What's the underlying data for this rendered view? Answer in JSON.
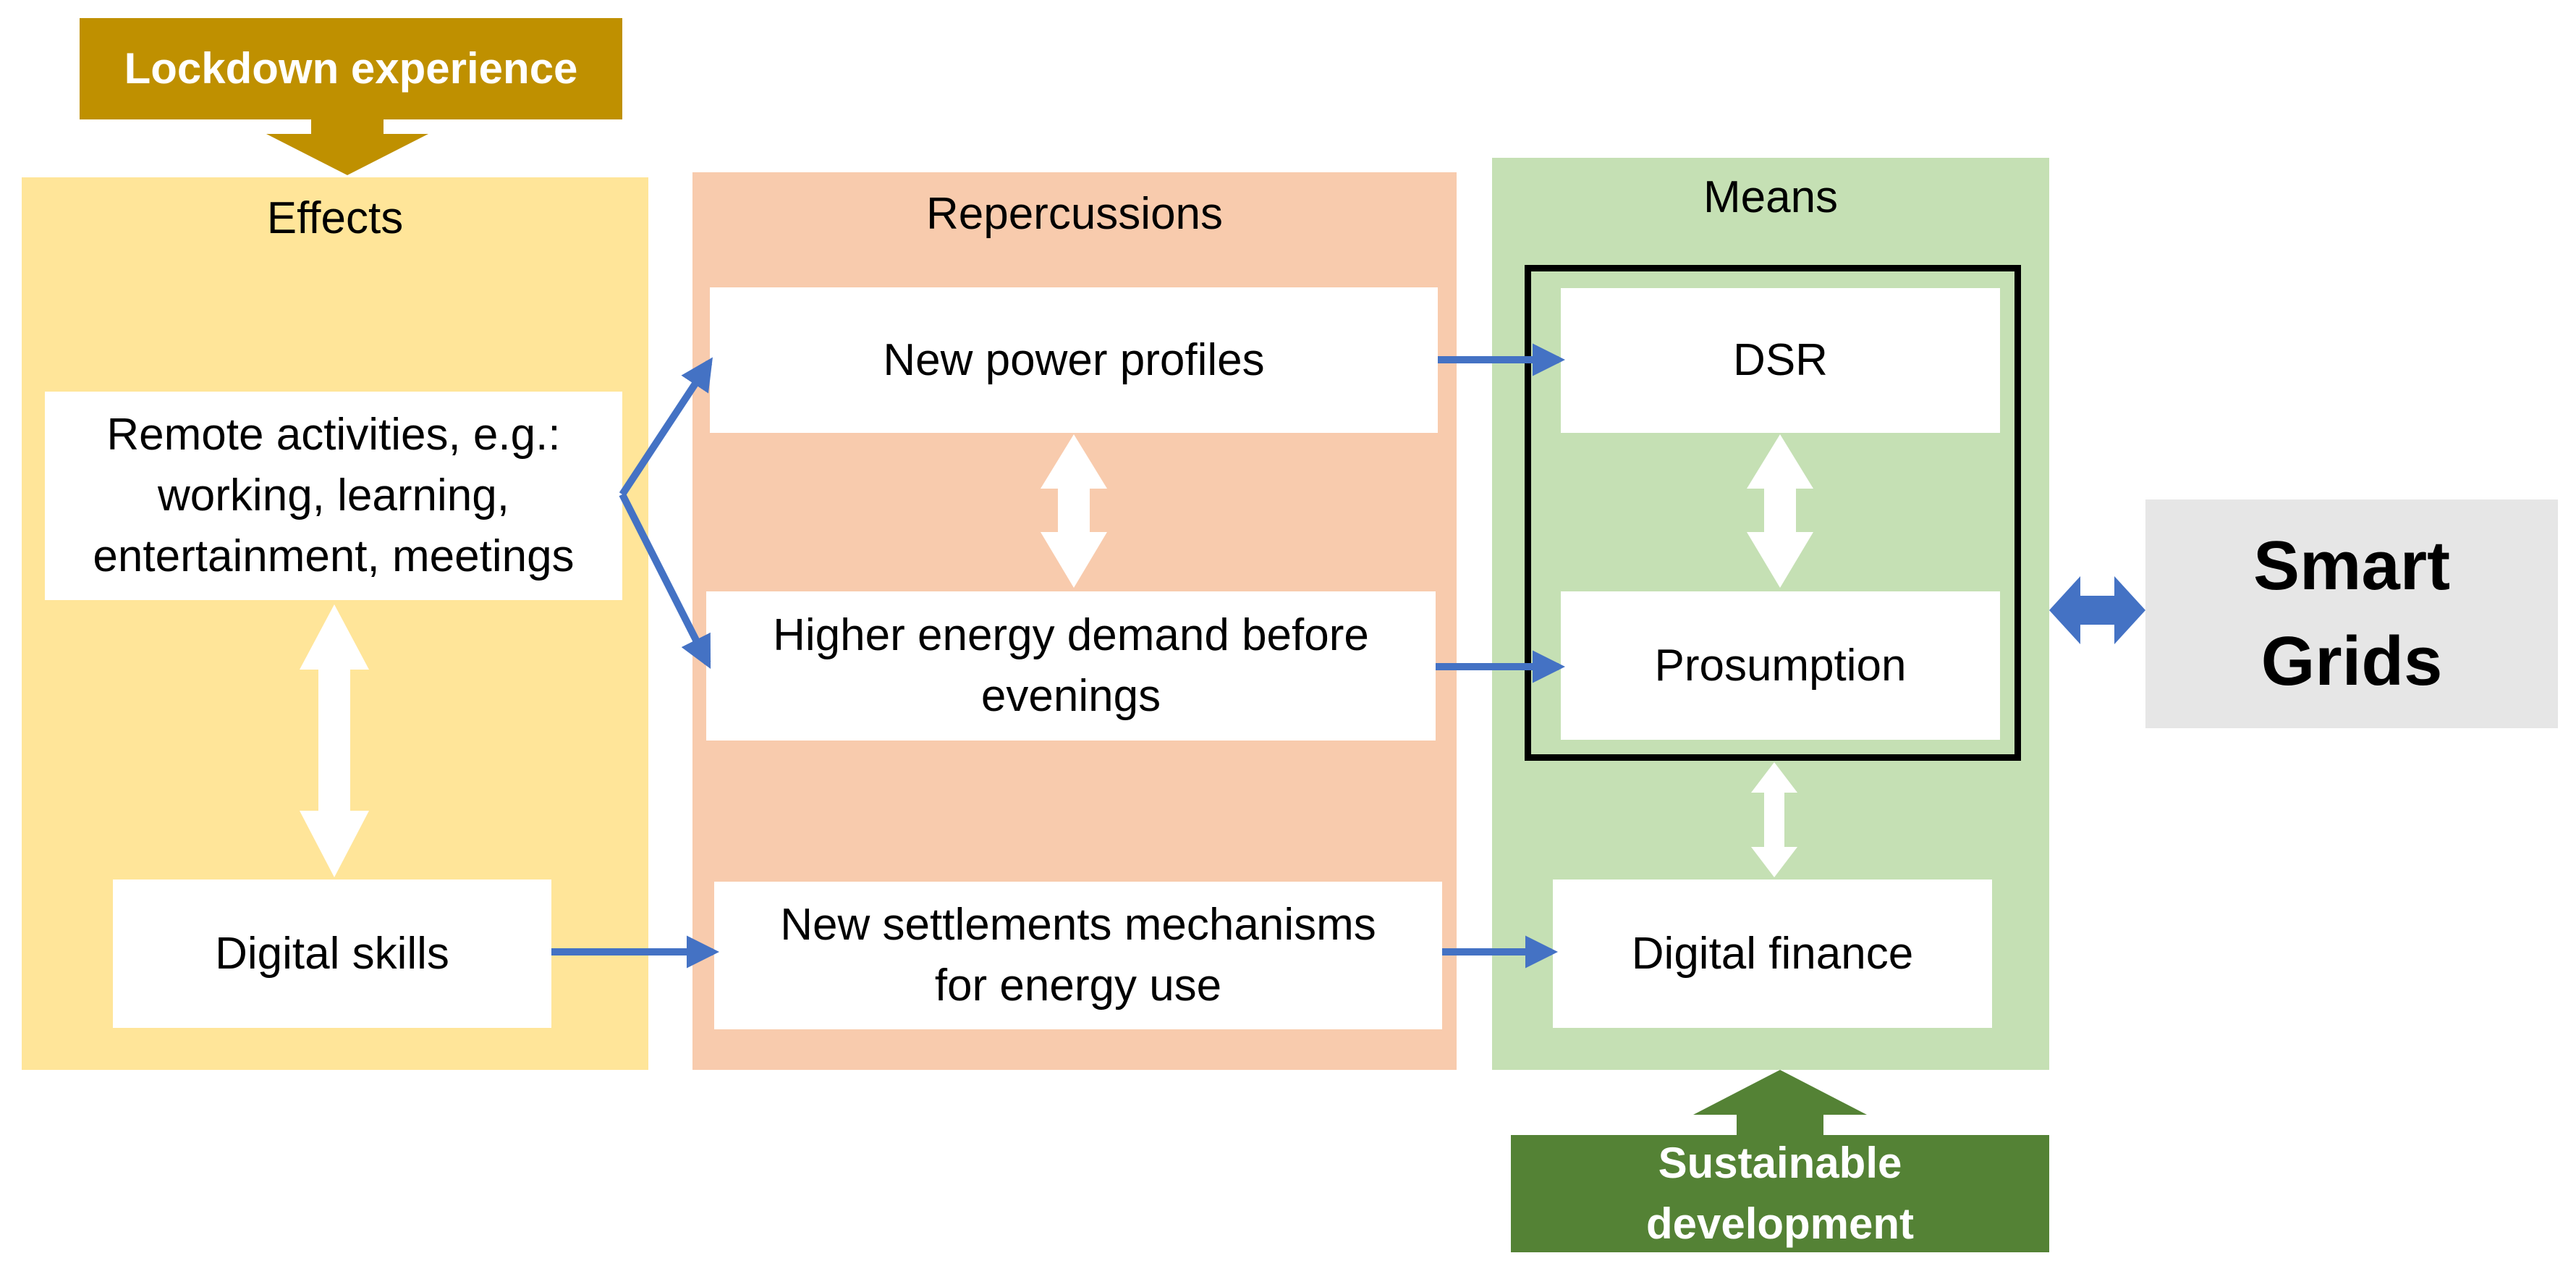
{
  "colors": {
    "effects_panel": "#FFE599",
    "repercussions_panel": "#F8CBAD",
    "means_panel": "#C5E0B4",
    "lockdown_banner": "#BF9000",
    "sustainable_banner": "#548235",
    "arrow_blue": "#4472C4",
    "smart_grids_box": "#E6E6E6",
    "dsr_prosumption_frame": "#000000"
  },
  "banners": {
    "lockdown": "Lockdown experience",
    "sustainable": "Sustainable\ndevelopment"
  },
  "columns": {
    "effects": {
      "title": "Effects",
      "remote_activities": "Remote activities, e.g.:\nworking, learning,\nentertainment, meetings",
      "digital_skills": "Digital skills"
    },
    "repercussions": {
      "title": "Repercussions",
      "new_power_profiles": "New power profiles",
      "higher_energy_demand": "Higher energy demand before\nevenings",
      "new_settlements": "New settlements mechanisms\nfor energy use"
    },
    "means": {
      "title": "Means",
      "dsr": "DSR",
      "prosumption": "Prosumption",
      "digital_finance": "Digital finance"
    }
  },
  "smart_grids": "Smart\nGrids",
  "icons": {
    "lockdown_down_arrow": "arrow-down-icon",
    "sustainable_up_arrow": "arrow-up-icon",
    "white_double_arrows": "double-arrow-vertical-icon",
    "smart_grids_arrow": "double-arrow-horizontal-icon"
  }
}
